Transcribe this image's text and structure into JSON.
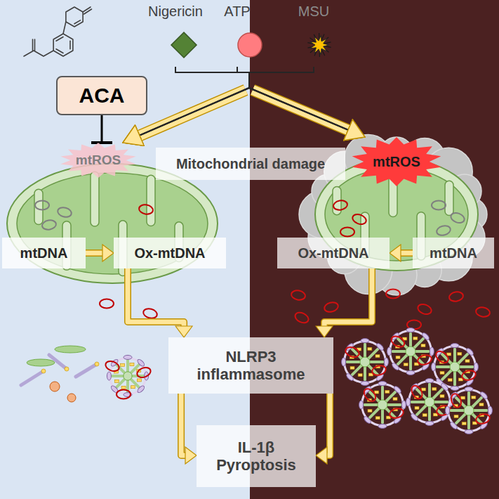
{
  "diagram": {
    "nodes": [
      {
        "text": [
          "Nigericin"
        ]
      },
      {
        "text": [
          "ATP"
        ]
      },
      {
        "text": [
          "MSU"
        ]
      },
      {
        "text": [
          "ACA"
        ]
      },
      {
        "text": [
          "mtROS"
        ]
      },
      {
        "text": [
          "Mitochondrial damage"
        ]
      },
      {
        "text": [
          "mtROS"
        ]
      },
      {
        "text": [
          "mtDNA"
        ]
      },
      {
        "text": [
          "Ox-mtDNA"
        ]
      },
      {
        "text": [
          "Ox-mtDNA"
        ]
      },
      {
        "text": [
          "mtDNA"
        ]
      },
      {
        "text": [
          "NLRP3 inflammasome"
        ]
      },
      {
        "text": [
          "IL-1β Pyroptosis"
        ]
      }
    ],
    "edges": [
      {
        "from": 3,
        "to": 4,
        "arrow": "to"
      },
      {
        "from": 0,
        "to": 4,
        "arrow": "to"
      },
      {
        "from": 1,
        "to": 4,
        "arrow": "to"
      },
      {
        "from": 2,
        "to": 4,
        "arrow": "to"
      },
      {
        "from": 0,
        "to": 6,
        "arrow": "to"
      },
      {
        "from": 1,
        "to": 6,
        "arrow": "to"
      },
      {
        "from": 2,
        "to": 6,
        "arrow": "to"
      },
      {
        "from": 7,
        "to": 8,
        "arrow": "to"
      },
      {
        "from": 10,
        "to": 9,
        "arrow": "to"
      },
      {
        "from": 8,
        "to": 11,
        "arrow": "to"
      },
      {
        "from": 9,
        "to": 11,
        "arrow": "to"
      },
      {
        "from": 11,
        "to": 12,
        "arrow": "to"
      },
      {
        "from": 11,
        "to": 12,
        "arrow": "to"
      }
    ]
  }
}
